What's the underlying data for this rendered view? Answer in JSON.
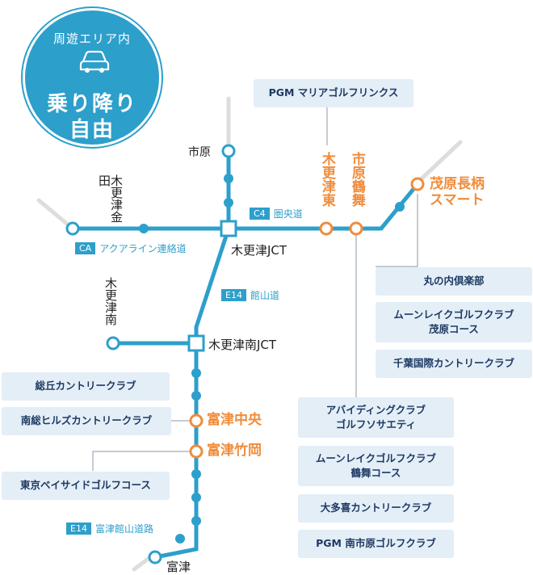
{
  "badge": {
    "zone": "周遊エリア内",
    "line1": "乗り降り",
    "line2": "自由",
    "icon": "car-icon"
  },
  "stations": {
    "ichihara": "市原",
    "kisarazu_kaneda": "木更津金田",
    "kisarazu_jct": "木更津JCT",
    "kisarazu_minami": "木更津南",
    "kisarazu_minami_jct": "木更津南JCT",
    "kisarazu_higashi": "木更津東",
    "ichihara_tsurumai": "市原鶴舞",
    "mobara_nagara": "茂原長柄スマート",
    "futtsu_chuo": "富津中央",
    "futtsu_takeoka": "富津竹岡",
    "futtsu": "富津"
  },
  "roads": {
    "c4_code": "C4",
    "c4_name": "圏央道",
    "ca_code": "CA",
    "ca_name": "アクアライン連絡道",
    "e14a_code": "E14",
    "e14a_name": "館山道",
    "e14b_code": "E14",
    "e14b_name": "富津館山道路"
  },
  "golf": {
    "pgm_maria": "PGM マリアゴルフリンクス",
    "marunouchi": "丸の内倶楽部",
    "moonlake_mobara": "ムーンレイクゴルフクラブ\n茂原コース",
    "chiba_kokusai": "千葉国際カントリークラブ",
    "sokyu": "総丘カントリークラブ",
    "minami_boso_hills": "南総ヒルズカントリークラブ",
    "tokyo_bayside": "東京ベイサイドゴルフコース",
    "abiding": "アバイディングクラブ\nゴルフソサエティ",
    "moonlake_tsurumai": "ムーンレイクゴルフクラブ\n鶴舞コース",
    "otaki": "大多喜カントリークラブ",
    "pgm_minami_ichihara": "PGM 南市原ゴルフクラブ"
  },
  "colors": {
    "route": "#2d9fcb",
    "highlight": "#f08c3a",
    "outside": "#dddddd",
    "box_bg": "#e4eef7",
    "box_text": "#1e3a63"
  }
}
